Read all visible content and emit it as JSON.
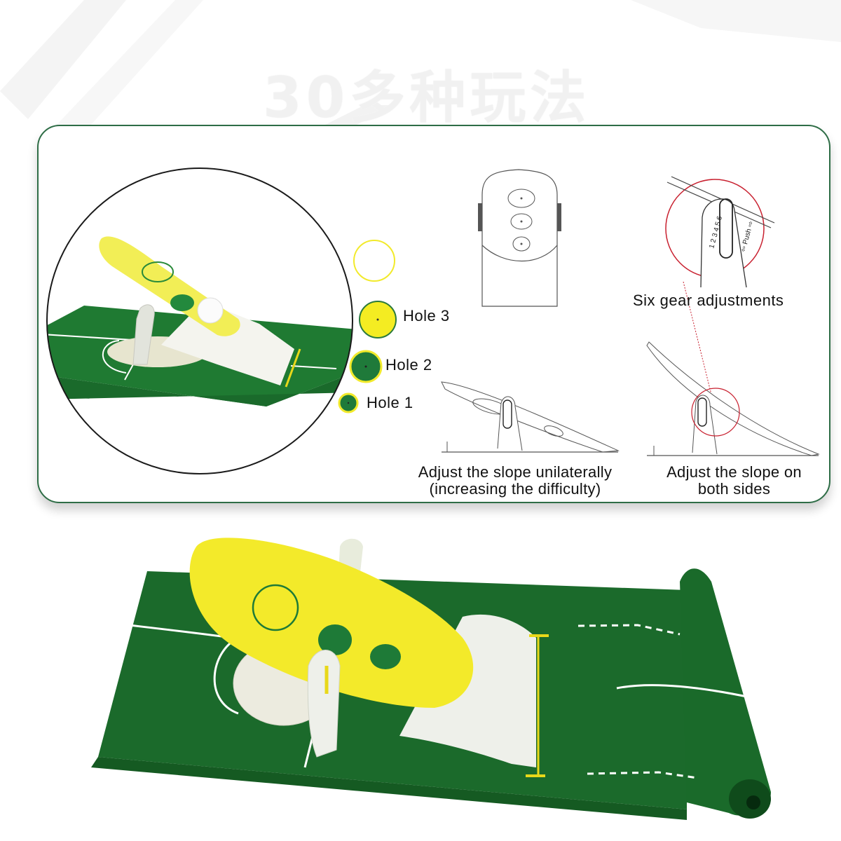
{
  "header": {
    "watermark_text": "30多种玩法"
  },
  "panel": {
    "border_color": "#2e6d46",
    "hole_legend": [
      {
        "label": "",
        "fill": "#ffffff",
        "stroke": "#f2ea2b"
      },
      {
        "label": "Hole 3",
        "fill": "#f4ec22",
        "stroke": "#2b7a3c"
      },
      {
        "label": "Hole 2",
        "fill": "#1f7a3a",
        "stroke": "#f2ea2b"
      },
      {
        "label": "Hole 1",
        "fill": "#1f7a3a",
        "stroke": "#f2ea2b"
      }
    ],
    "gear_callout": {
      "label": "Six gear adjustments",
      "gear_numbers": [
        "1",
        "2",
        "3",
        "4",
        "5",
        "6"
      ],
      "push_label": "Push",
      "circle_color": "#c8202f"
    },
    "captions": {
      "unilateral_line1": "Adjust the slope unilaterally",
      "unilateral_line2": "(increasing the difficulty)",
      "both_sides_line1": "Adjust the slope on",
      "both_sides_line2": "both sides"
    }
  },
  "colors": {
    "mat_green": "#1d6b2c",
    "board_yellow": "#f3ea2a",
    "board_white": "#eef0ea",
    "hole_green": "#1e7a37"
  }
}
